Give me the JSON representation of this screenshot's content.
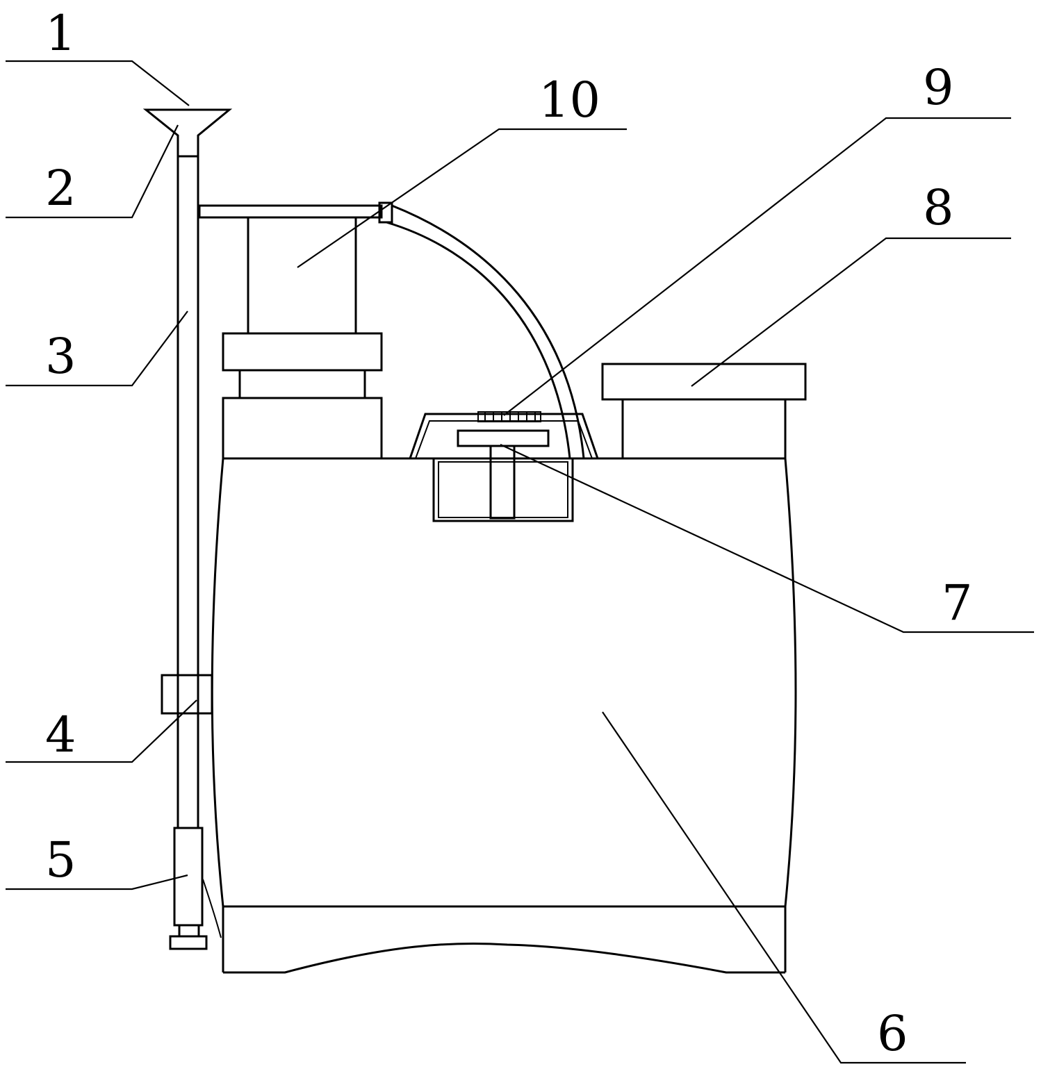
{
  "figure": {
    "background": "#ffffff",
    "line_color": "#000000"
  },
  "labels": [
    {
      "id": "1",
      "text": "1"
    },
    {
      "id": "2",
      "text": "2"
    },
    {
      "id": "3",
      "text": "3"
    },
    {
      "id": "4",
      "text": "4"
    },
    {
      "id": "5",
      "text": "5"
    },
    {
      "id": "6",
      "text": "6"
    },
    {
      "id": "7",
      "text": "7"
    },
    {
      "id": "8",
      "text": "8"
    },
    {
      "id": "9",
      "text": "9"
    },
    {
      "id": "10",
      "text": "10"
    }
  ]
}
